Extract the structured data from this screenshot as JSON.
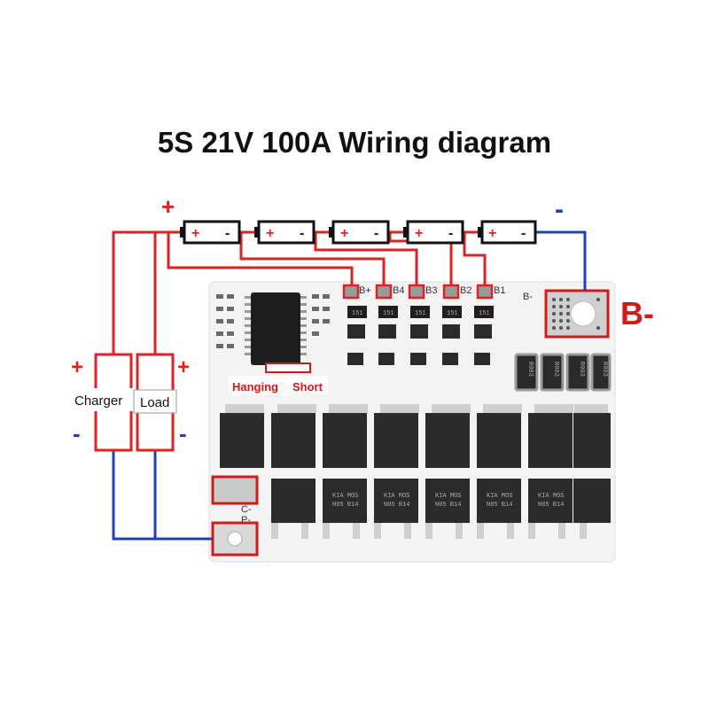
{
  "title": "5S 21V 100A Wiring diagram",
  "colors": {
    "positive_wire": "#e02222",
    "negative_wire": "#1f3fbf",
    "accent_red": "#d21a1a",
    "board": "#f2f2f2",
    "mosfet": "#2b2b2b"
  },
  "battery_pack": {
    "plus_sign": "+",
    "minus_sign": "-",
    "cells": [
      {
        "plus": "+",
        "minus": "-"
      },
      {
        "plus": "+",
        "minus": "-"
      },
      {
        "plus": "+",
        "minus": "-"
      },
      {
        "plus": "+",
        "minus": "-"
      },
      {
        "plus": "+",
        "minus": "-"
      }
    ]
  },
  "board": {
    "pads": [
      "B+",
      "B4",
      "B3",
      "B2",
      "B1"
    ],
    "b_minus_pad_label": "B-",
    "b_minus_callout": "B-",
    "resistor_marking": "R003",
    "small_resistor_marking": "151",
    "hanging_label": "Hanging",
    "short_label": "Short",
    "p_pad_label": "P-",
    "c_pad_label": "C-",
    "mosfet_marking_lines": [
      "KIA MOS",
      "N05 B14"
    ]
  },
  "charger": {
    "label": "Charger",
    "plus": "+",
    "minus": "-"
  },
  "load": {
    "label": "Load",
    "plus": "+",
    "minus": "-"
  }
}
